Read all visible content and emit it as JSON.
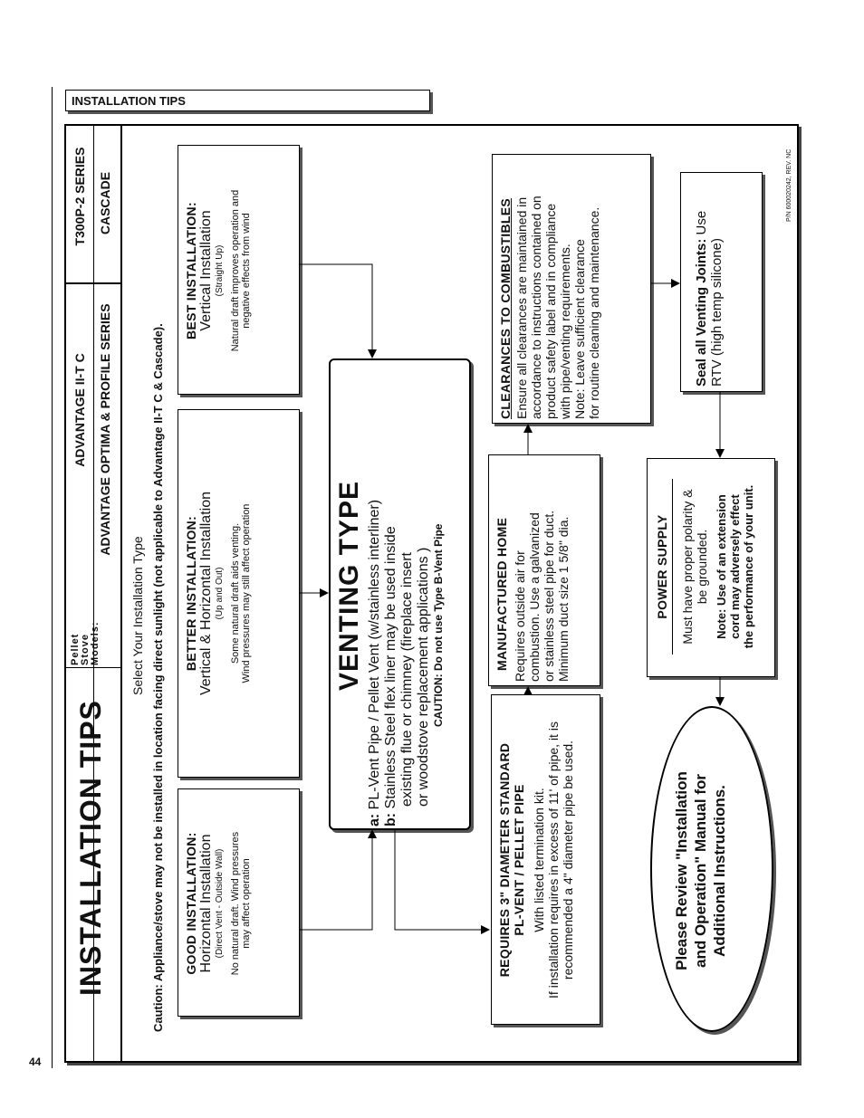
{
  "page_number": "44",
  "section_header": "INSTALLATION TIPS",
  "part_number": "P/N 600020242, REV. NC",
  "models": {
    "label_line1": "Pellet",
    "label_line2": "Stove",
    "label_line3": "Models:",
    "col1_top": "ADVANTAGE II-T C",
    "col1_bottom": "ADVANTAGE OPTIMA & PROFILE SERIES",
    "col2_top": "T300P-2 SERIES",
    "col2_bottom": "CASCADE"
  },
  "main_title": "INSTALLATION TIPS",
  "caution_line": "Caution: Appliance/stove may not be installed in location facing direct sunlight (not applicable to Advantage II-T C & Cascade).",
  "select_type": "Select Your Installation Type",
  "good": {
    "title": "GOOD INSTALLATION:",
    "subtitle": "Horizontal  Installation",
    "paren": "(Direct Vent - Outside Wall)",
    "note1": "No natural draft. Wind pressures",
    "note2": "may affect operation"
  },
  "better": {
    "title": "BETTER INSTALLATION:",
    "subtitle": "Vertical & Horizontal Installation",
    "paren": "(Up and Out)",
    "note1": "Some natural draft aids venting.",
    "note2": "Wind pressures may still affect operation"
  },
  "best": {
    "title": "BEST INSTALLATION:",
    "subtitle": "Vertical Installation",
    "paren": "(Straight Up)",
    "note1": "Natural draft improves operation and",
    "note2": "negative effects from wind"
  },
  "venting": {
    "title": "VENTING TYPE",
    "a_label": "a:",
    "a_text": "PL-Vent Pipe / Pellet Vent (w/stainless interliner)",
    "b_label": "b:",
    "b_line1": "Stainless Steel  flex liner may be used inside",
    "b_line2": "existing flue or chimney (fireplace insert",
    "b_line3": "or woodstove replacement applications )",
    "caution": "CAUTION:  Do not use Type B-Vent Pipe"
  },
  "requires": {
    "title1": "REQUIRES 3\" DIAMETER STANDARD",
    "title2": "PL-VENT / PELLET PIPE",
    "line1": "With listed termination kit.",
    "line2": "If installation requires in excess of 11'  of pipe, it is",
    "line3": "recommended  a  4\" diameter pipe be used."
  },
  "manufactured": {
    "title": "MANUFACTURED HOME",
    "line1": "Requires outside air for",
    "line2": "combustion. Use a galvanized",
    "line3": "or stainless steel pipe for duct.",
    "line4": "Minimum duct size 1 5/8\" dia."
  },
  "clearances": {
    "title": "CLEARANCES TO COMBUSTIBLES",
    "line1": "Ensure all clearances are maintained in",
    "line2": "accordance to instructions contained on",
    "line3": "product safety label and in compliance",
    "line4": "with pipe/venting requirements.",
    "line5": "Note: Leave sufficient clearance",
    "line6": "for routine cleaning and maintenance."
  },
  "seal": {
    "bold": "Seal all Venting Joints:",
    "rest": " Use",
    "line2": "RTV (high temp silicone)"
  },
  "power": {
    "title": "POWER SUPPLY",
    "line1": "Must have proper polarity  &",
    "line2": "be grounded.",
    "note1": "Note: Use of an extension",
    "note2": "cord may adversely effect",
    "note3": "the performance of your unit."
  },
  "review": {
    "line1": "Please Review \"Installation",
    "line2": "and Operation\" Manual for",
    "line3": "Additional Instructions."
  }
}
